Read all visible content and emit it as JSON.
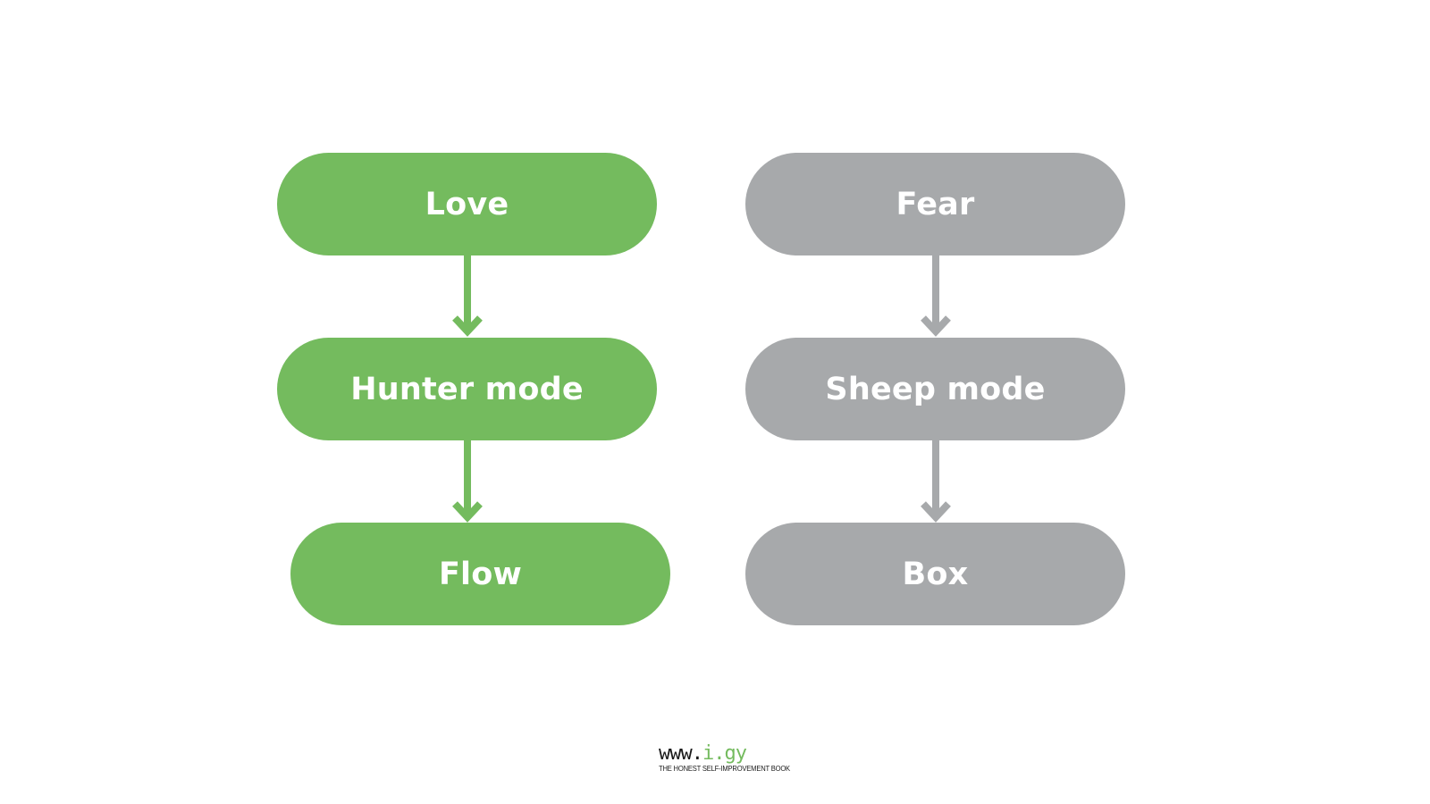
{
  "left_chain": {
    "color": "#74bb5e",
    "nodes": [
      "Love",
      "Hunter mode",
      "Flow"
    ]
  },
  "right_chain": {
    "color": "#a7a9ab",
    "nodes": [
      "Fear",
      "Sheep mode",
      "Box"
    ]
  },
  "logo": {
    "prefix": "www.",
    "accent": "i.gy",
    "accent_color": "#74bb5e",
    "tagline": "THE HONEST SELF-IMPROVEMENT BOOK"
  }
}
